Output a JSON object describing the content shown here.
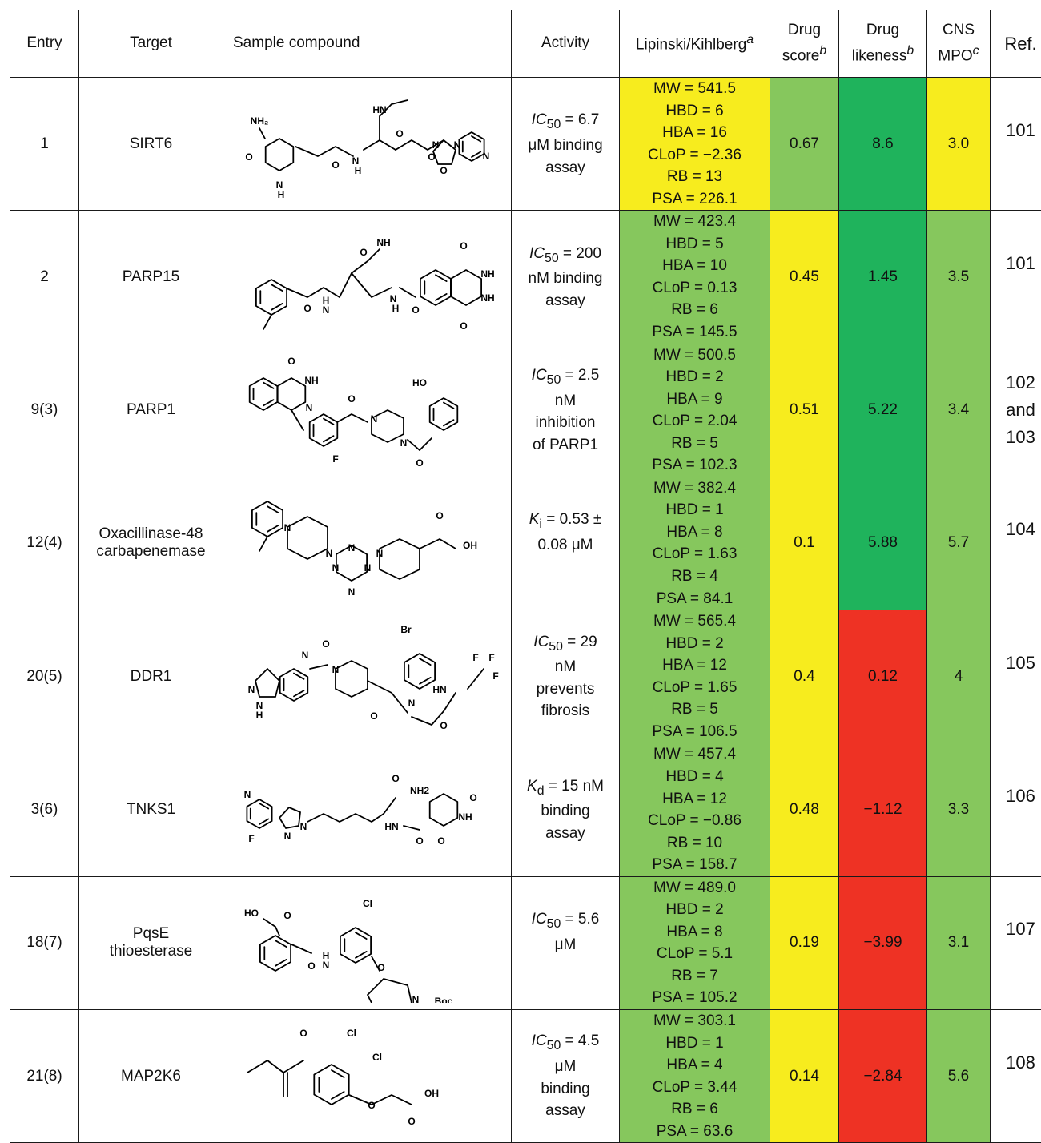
{
  "header": {
    "entry": "Entry",
    "target": "Target",
    "sample_compound": "Sample compound",
    "activity": "Activity",
    "lipinski": "Lipinski/Kihlberg",
    "lipinski_sup": "a",
    "drug_score_1": "Drug",
    "drug_score_2": "score",
    "drug_score_sup": "b",
    "drug_likeness_1": "Drug",
    "drug_likeness_2": "likeness",
    "drug_likeness_sup": "b",
    "cns_1": "CNS",
    "cns_2": "MPO",
    "cns_sup": "c",
    "ref": "Ref."
  },
  "rows": [
    {
      "entry": "1",
      "target_1": "SIRT6",
      "target_2": "",
      "activity_1": "IC",
      "activity_sub": "50",
      "activity_2": " = 6.7",
      "activity_3": "μM binding",
      "activity_4": "assay",
      "activity_5": "",
      "mw": "MW = 541.5",
      "hbd": "HBD = 6",
      "hba": "HBA = 16",
      "clop": "CLoP = −2.36",
      "rb": "RB = 13",
      "psa": "PSA = 226.1",
      "drug_score": "0.67",
      "drug_likeness": "8.6",
      "cns": "3.0",
      "ref_1": "101",
      "ref_2": "",
      "ref_3": "",
      "lip_color": "yellow",
      "ds_color": "green-light",
      "dl_color": "green-dark",
      "cns_color": "yellow"
    },
    {
      "entry": "2",
      "target_1": "PARP15",
      "target_2": "",
      "activity_1": "IC",
      "activity_sub": "50",
      "activity_2": " = 200",
      "activity_3": "nM binding",
      "activity_4": "assay",
      "activity_5": "",
      "mw": "MW = 423.4",
      "hbd": "HBD = 5",
      "hba": "HBA = 10",
      "clop": "CLoP = 0.13",
      "rb": "RB = 6",
      "psa": "PSA = 145.5",
      "drug_score": "0.45",
      "drug_likeness": "1.45",
      "cns": "3.5",
      "ref_1": "101",
      "ref_2": "",
      "ref_3": "",
      "lip_color": "green-light",
      "ds_color": "yellow",
      "dl_color": "green-dark",
      "cns_color": "green-light"
    },
    {
      "entry": "9(3)",
      "target_1": "PARP1",
      "target_2": "",
      "activity_1": "IC",
      "activity_sub": "50",
      "activity_2": " = 2.5",
      "activity_3": "nM",
      "activity_4": "inhibition",
      "activity_5": "of PARP1",
      "mw": "MW = 500.5",
      "hbd": "HBD = 2",
      "hba": "HBA = 9",
      "clop": "CLoP = 2.04",
      "rb": "RB = 5",
      "psa": "PSA = 102.3",
      "drug_score": "0.51",
      "drug_likeness": "5.22",
      "cns": "3.4",
      "ref_1": "102",
      "ref_2": "and",
      "ref_3": "103",
      "lip_color": "green-light",
      "ds_color": "yellow",
      "dl_color": "green-dark",
      "cns_color": "green-light"
    },
    {
      "entry": "12(4)",
      "target_1": "Oxacillinase-48",
      "target_2": "carbapenemase",
      "activity_1": "K",
      "activity_sub": "i",
      "activity_2": " = 0.53 ±",
      "activity_3": "0.08 μM",
      "activity_4": "",
      "activity_5": "",
      "mw": "MW = 382.4",
      "hbd": "HBD = 1",
      "hba": "HBA = 8",
      "clop": "CLoP = 1.63",
      "rb": "RB = 4",
      "psa": "PSA = 84.1",
      "drug_score": "0.1",
      "drug_likeness": "5.88",
      "cns": "5.7",
      "ref_1": "104",
      "ref_2": "",
      "ref_3": "",
      "lip_color": "green-light",
      "ds_color": "yellow",
      "dl_color": "green-dark",
      "cns_color": "green-light"
    },
    {
      "entry": "20(5)",
      "target_1": "DDR1",
      "target_2": "",
      "activity_1": "IC",
      "activity_sub": "50",
      "activity_2": " = 29",
      "activity_3": "nM",
      "activity_4": "prevents",
      "activity_5": "fibrosis",
      "mw": "MW = 565.4",
      "hbd": "HBD = 2",
      "hba": "HBA = 12",
      "clop": "CLoP = 1.65",
      "rb": "RB = 5",
      "psa": "PSA = 106.5",
      "drug_score": "0.4",
      "drug_likeness": "0.12",
      "cns": "4",
      "ref_1": "105",
      "ref_2": "",
      "ref_3": "",
      "lip_color": "green-light",
      "ds_color": "yellow",
      "dl_color": "red",
      "cns_color": "green-light"
    },
    {
      "entry": "3(6)",
      "target_1": "TNKS1",
      "target_2": "",
      "activity_1": "K",
      "activity_sub": "d",
      "activity_2": " = 15 nM",
      "activity_3": "binding",
      "activity_4": "assay",
      "activity_5": "",
      "mw": "MW = 457.4",
      "hbd": "HBD = 4",
      "hba": "HBA = 12",
      "clop": "CLoP = −0.86",
      "rb": "RB = 10",
      "psa": "PSA = 158.7",
      "drug_score": "0.48",
      "drug_likeness": "−1.12",
      "cns": "3.3",
      "ref_1": "106",
      "ref_2": "",
      "ref_3": "",
      "lip_color": "green-light",
      "ds_color": "yellow",
      "dl_color": "red",
      "cns_color": "green-light"
    },
    {
      "entry": "18(7)",
      "target_1": "PqsE",
      "target_2": "thioesterase",
      "activity_1": "IC",
      "activity_sub": "50",
      "activity_2": " = 5.6",
      "activity_3": "μM",
      "activity_4": "",
      "activity_5": "",
      "mw": "MW = 489.0",
      "hbd": "HBD = 2",
      "hba": "HBA = 8",
      "clop": "CLoP = 5.1",
      "rb": "RB = 7",
      "psa": "PSA = 105.2",
      "drug_score": "0.19",
      "drug_likeness": "−3.99",
      "cns": "3.1",
      "ref_1": "107",
      "ref_2": "",
      "ref_3": "",
      "lip_color": "green-light",
      "ds_color": "yellow",
      "dl_color": "red",
      "cns_color": "green-light"
    },
    {
      "entry": "21(8)",
      "target_1": "MAP2K6",
      "target_2": "",
      "activity_1": "IC",
      "activity_sub": "50",
      "activity_2": " = 4.5",
      "activity_3": "μM",
      "activity_4": "binding",
      "activity_5": "assay",
      "mw": "MW = 303.1",
      "hbd": "HBD = 1",
      "hba": "HBA = 4",
      "clop": "CLoP = 3.44",
      "rb": "RB = 6",
      "psa": "PSA = 63.6",
      "drug_score": "0.14",
      "drug_likeness": "−2.84",
      "cns": "5.6",
      "ref_1": "108",
      "ref_2": "",
      "ref_3": "",
      "lip_color": "green-light",
      "ds_color": "yellow",
      "dl_color": "red",
      "cns_color": "green-light"
    }
  ],
  "structure_labels": {
    "nh2": "NH₂",
    "o": "O",
    "n": "N",
    "h": "H",
    "hn": "HN",
    "nh": "NH",
    "f": "F",
    "ho": "HO",
    "oh": "OH",
    "br": "Br",
    "cl": "Cl",
    "nh2b": "NH2",
    "boc": "Boc"
  },
  "colors": {
    "green-light": "#86c75d",
    "green-dark": "#1fb35c",
    "yellow": "#f7ec1e",
    "red": "#ee3224"
  }
}
